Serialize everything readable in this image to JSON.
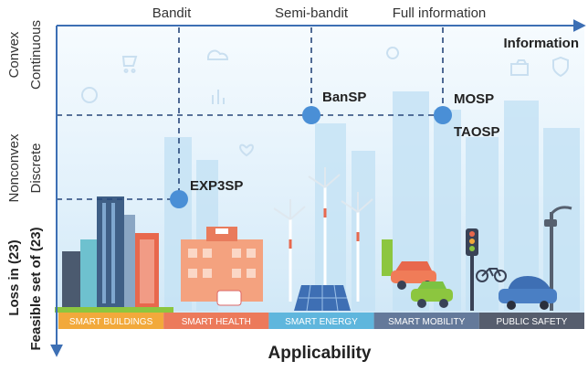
{
  "x_axis": {
    "label": "Applicability",
    "levels": [
      "Bandit",
      "Semi-bandit",
      "Full information"
    ],
    "end_label": "Information"
  },
  "y_axis": {
    "loss_label": "Loss in (23)",
    "feasible_label": "Feasible set of (23)",
    "levels": [
      {
        "top": "Convex",
        "bottom": "Continuous"
      },
      {
        "top": "Nonconvex",
        "bottom": "Discrete"
      }
    ]
  },
  "methods": [
    {
      "name": "BanSP"
    },
    {
      "name": "MOSP"
    },
    {
      "name": "TAOSP"
    },
    {
      "name": "EXP3SP"
    }
  ],
  "categories": [
    {
      "label": "SMART BUILDINGS",
      "color": "#f2a93b"
    },
    {
      "label": "SMART HEALTH",
      "color": "#ec7a5b"
    },
    {
      "label": "SMART ENERGY",
      "color": "#5fb6dd"
    },
    {
      "label": "SMART MOBILITY",
      "color": "#64799a"
    },
    {
      "label": "PUBLIC SAFETY",
      "color": "#565d6d"
    }
  ],
  "colors": {
    "axis": "#3d6fb4",
    "point": "#4a8fd6",
    "dashes": "#27467a"
  }
}
